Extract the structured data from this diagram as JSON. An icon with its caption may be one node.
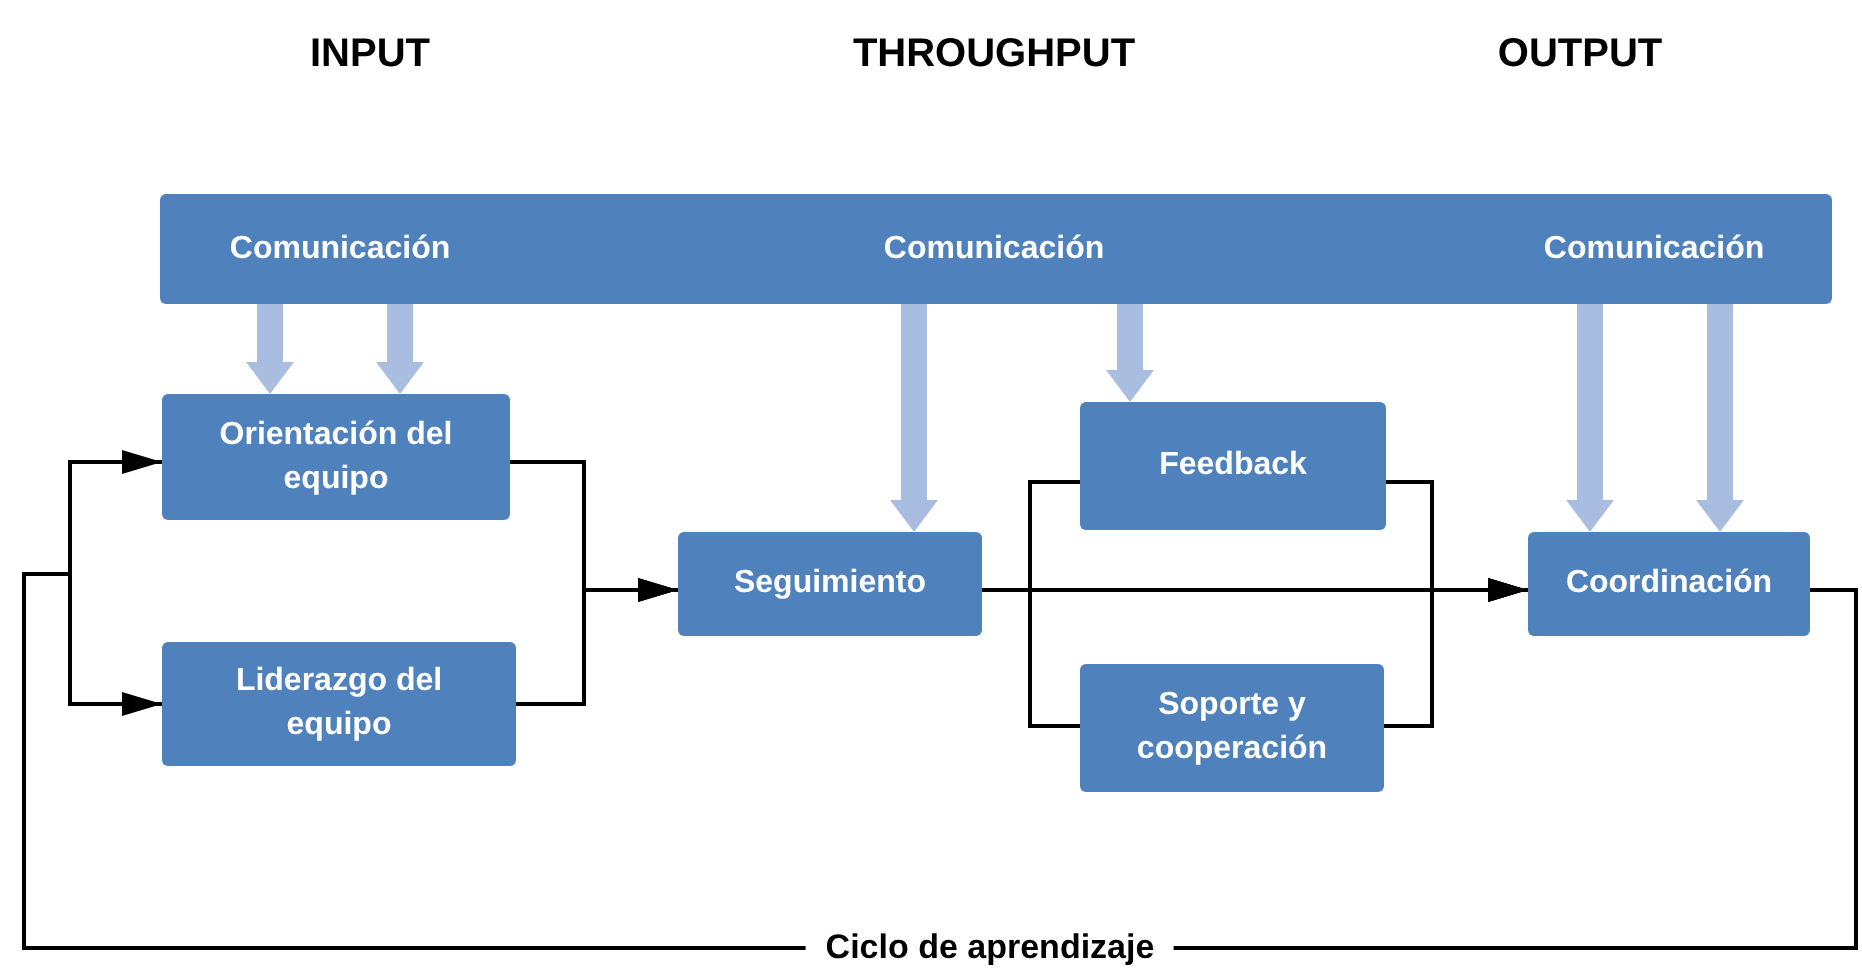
{
  "diagram": {
    "nodes": [
      {
        "text": [
          "Comunicación",
          "Comunicación",
          "Comunicación"
        ]
      },
      {
        "text": [
          "Orientación del equipo"
        ]
      },
      {
        "text": [
          "Liderazgo del equipo"
        ]
      },
      {
        "text": [
          "Seguimiento"
        ]
      },
      {
        "text": [
          "Feedback"
        ]
      },
      {
        "text": [
          "Soporte y cooperación"
        ]
      },
      {
        "text": [
          "Coordinación"
        ]
      }
    ],
    "edges": [
      {
        "from": 0,
        "to": 1,
        "arrow": "to",
        "style": "thick",
        "color": "#a9bde0"
      },
      {
        "from": 0,
        "to": 1,
        "arrow": "to",
        "style": "thick",
        "color": "#a9bde0"
      },
      {
        "from": 0,
        "to": 3,
        "arrow": "to",
        "style": "thick",
        "color": "#a9bde0"
      },
      {
        "from": 0,
        "to": 4,
        "arrow": "to",
        "style": "thick",
        "color": "#a9bde0"
      },
      {
        "from": 0,
        "to": 6,
        "arrow": "to",
        "style": "thick",
        "color": "#a9bde0"
      },
      {
        "from": 0,
        "to": 6,
        "arrow": "to",
        "style": "thick",
        "color": "#a9bde0"
      },
      {
        "from": 1,
        "to": 3,
        "arrow": "to"
      },
      {
        "from": 2,
        "to": 3,
        "arrow": "to"
      },
      {
        "from": 3,
        "to": 6,
        "arrow": "to"
      },
      {
        "from": 3,
        "to": 4,
        "arrow": "none"
      },
      {
        "from": 3,
        "to": 5,
        "arrow": "none"
      },
      {
        "from": 4,
        "to": 6,
        "arrow": "to"
      },
      {
        "from": 5,
        "to": 6,
        "arrow": "to"
      },
      {
        "from": 6,
        "to": 1,
        "arrow": "to",
        "label": "Ciclo de aprendizaje"
      },
      {
        "from": 6,
        "to": 2,
        "arrow": "to"
      }
    ],
    "labels": [
      "INPUT",
      "THROUGHPUT",
      "OUTPUT"
    ]
  }
}
